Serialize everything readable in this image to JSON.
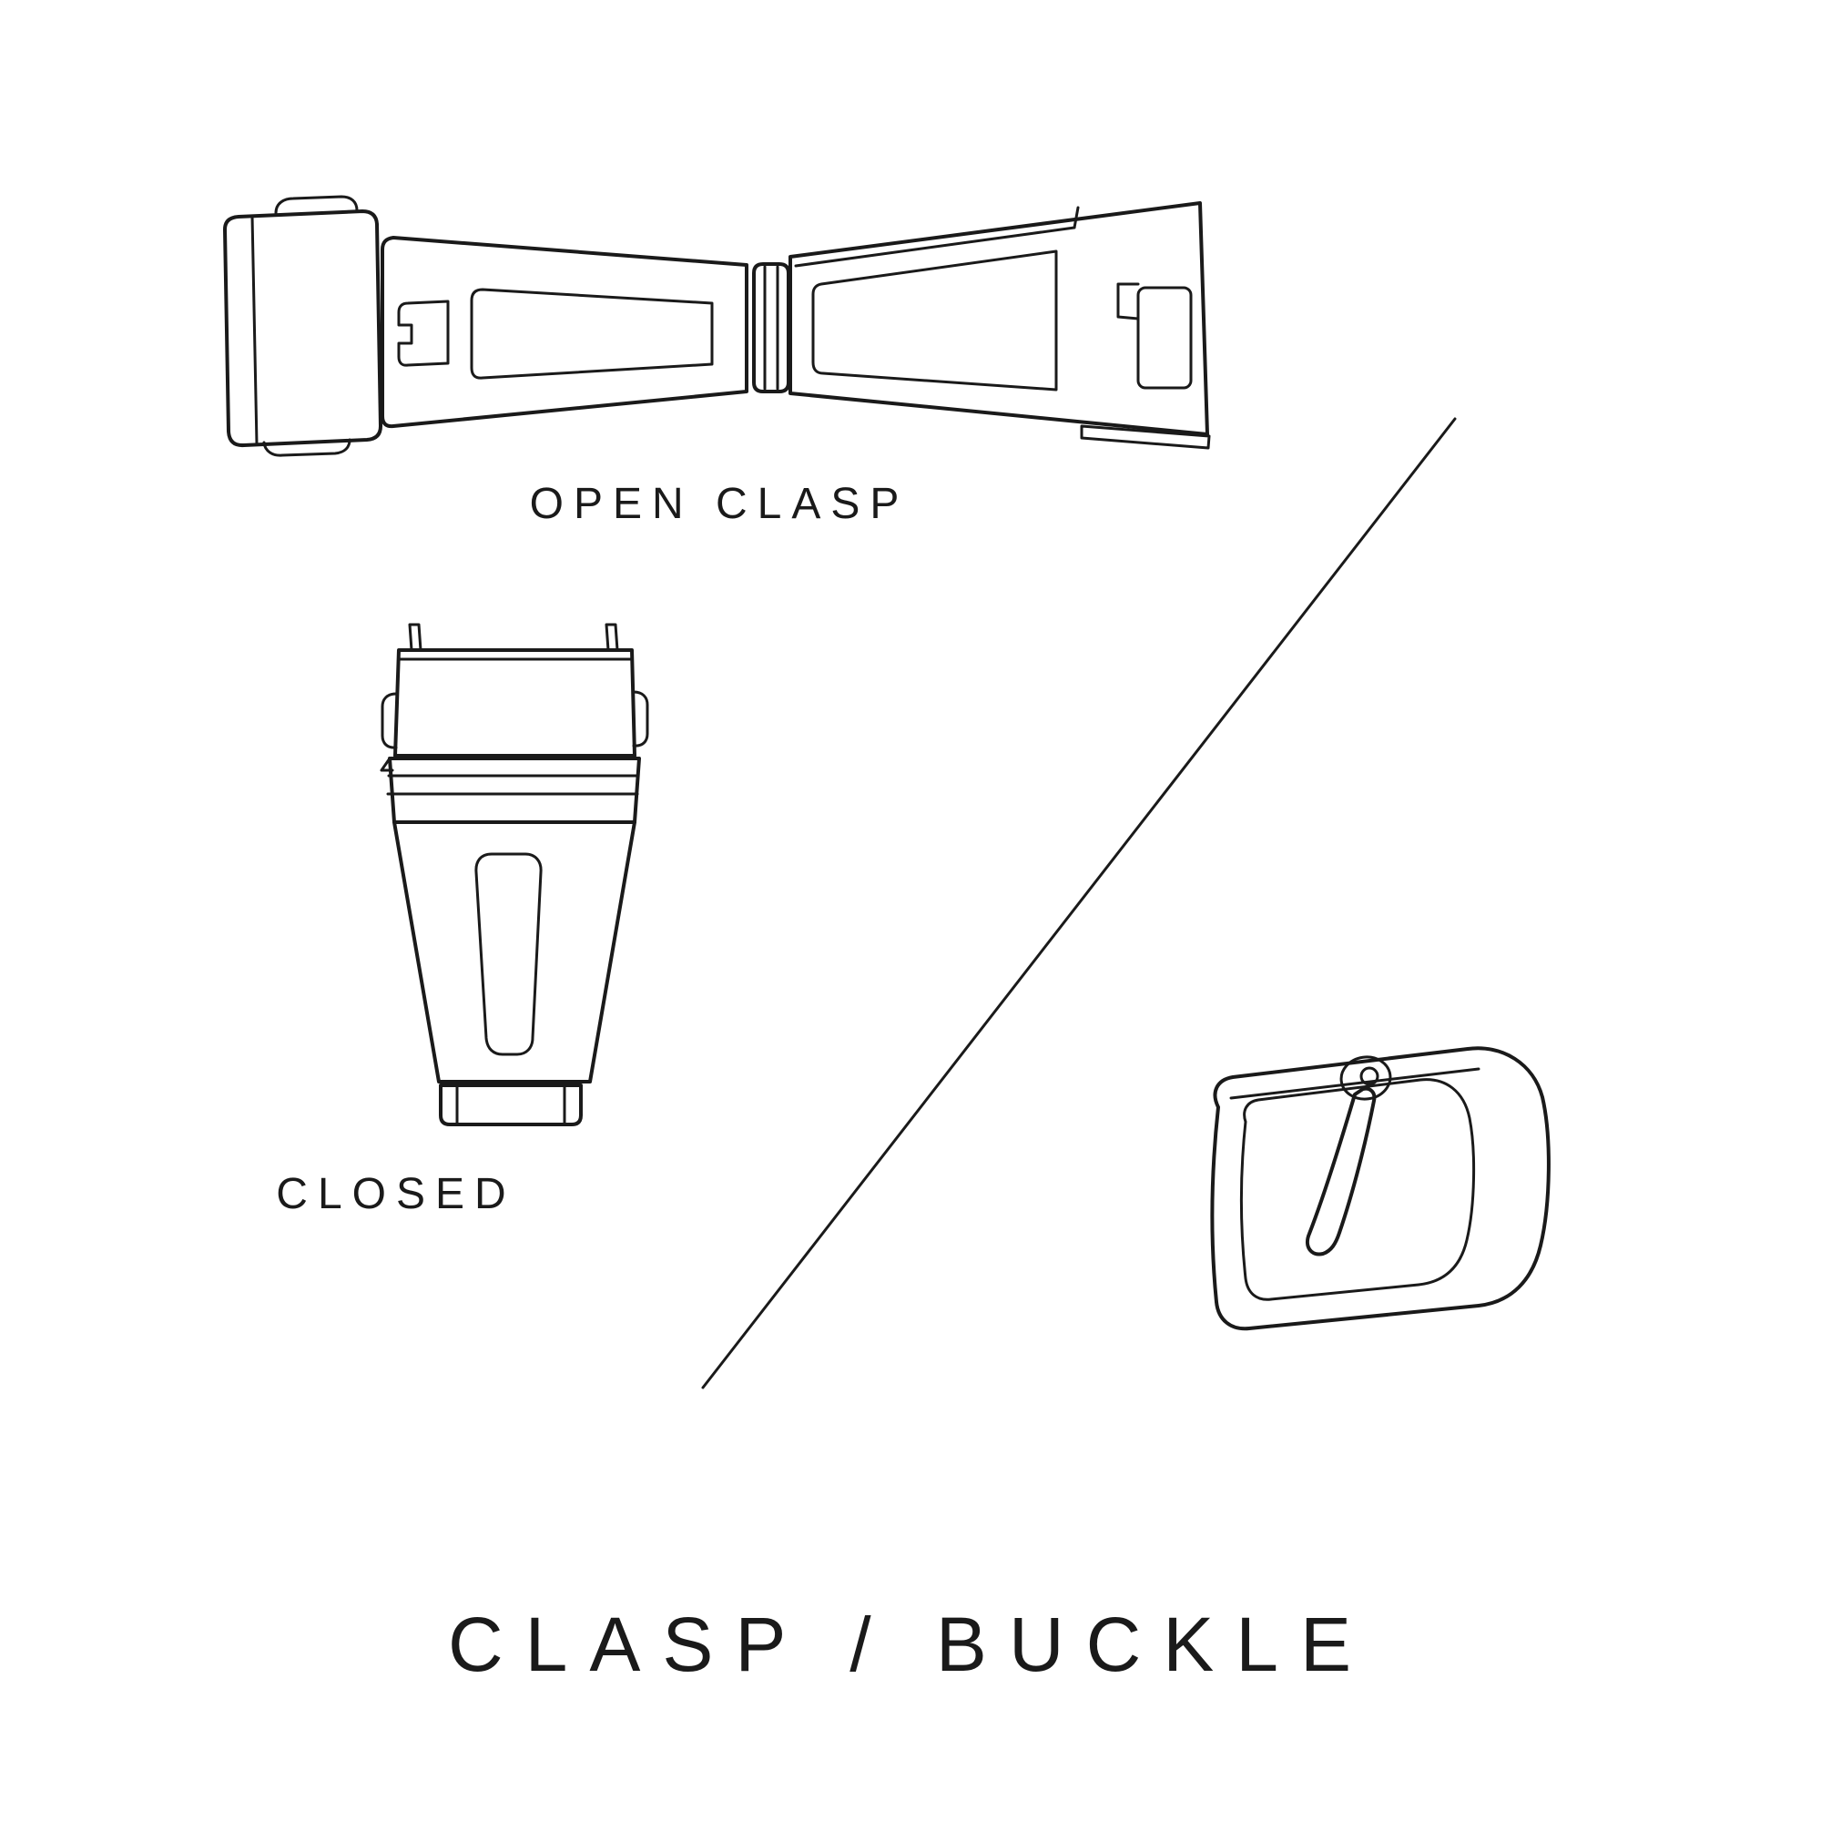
{
  "page": {
    "background_color": "#ffffff",
    "line_color": "#1a1a1a",
    "title": "CLASP / BUCKLE"
  },
  "labels": {
    "open_clasp": "OPEN CLASP",
    "closed": "CLOSED"
  },
  "figures": [
    {
      "name": "open-clasp-illustration",
      "caption": "OPEN CLASP"
    },
    {
      "name": "closed-clasp-illustration",
      "caption": "CLOSED"
    },
    {
      "name": "tang-buckle-illustration",
      "caption": ""
    }
  ]
}
